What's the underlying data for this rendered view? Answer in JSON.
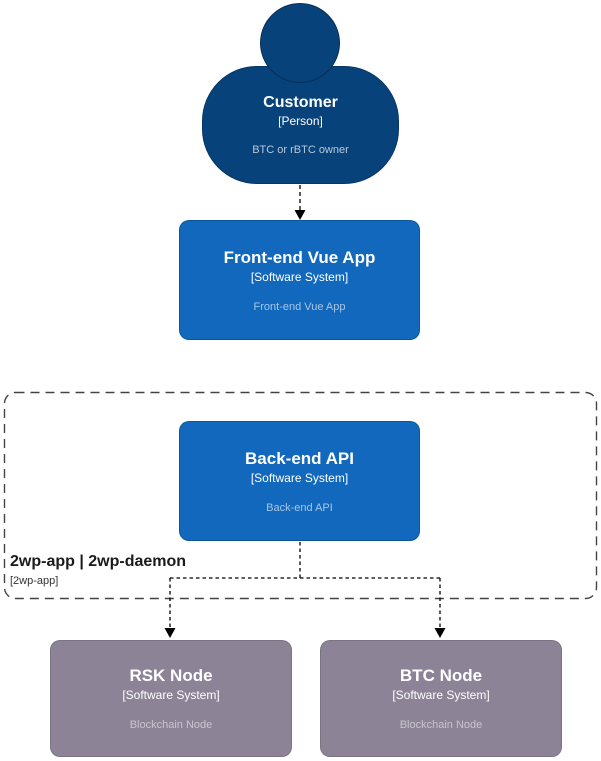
{
  "diagram": {
    "nodes": {
      "customer": {
        "title": "Customer",
        "type": "[Person]",
        "description": "BTC or rBTC owner"
      },
      "frontend": {
        "title": "Front-end Vue App",
        "type": "[Software System]",
        "description": "Front-end Vue App"
      },
      "backend": {
        "title": "Back-end API",
        "type": "[Software System]",
        "description": "Back-end API"
      },
      "rsk_node": {
        "title": "RSK Node",
        "type": "[Software System]",
        "description": "Blockchain Node"
      },
      "btc_node": {
        "title": "BTC Node",
        "type": "[Software System]",
        "description": "Blockchain Node"
      }
    },
    "boundary": {
      "title": "2wp-app | 2wp-daemon",
      "tag": "[2wp-app]"
    },
    "colors": {
      "person_fill": "#08427B",
      "system_fill": "#1168BD",
      "external_fill": "#8C8496",
      "connector": "#000000",
      "boundary_border": "#444444"
    }
  }
}
